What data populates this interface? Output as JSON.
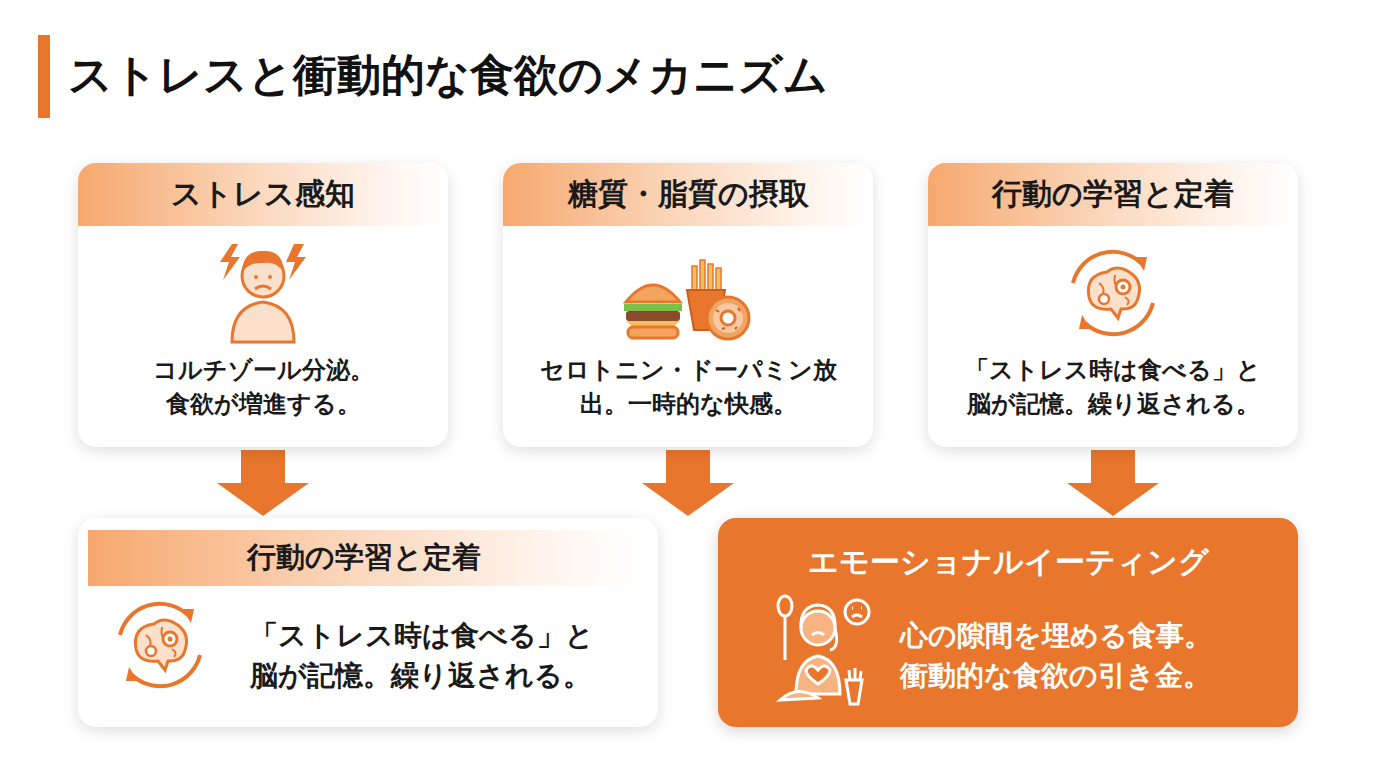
{
  "diagram": {
    "title": "ストレスと衝動的な食欲のメカニズム",
    "nodes": [
      {
        "text": [
          "ストレス感知",
          "コルチゾール分泌。 食欲が増進する。"
        ]
      },
      {
        "text": [
          "糖質・脂質の摂取",
          "セロトニン・ドーパミン放 出。一時的な快感。"
        ]
      },
      {
        "text": [
          "行動の学習と定着",
          "「ストレス時は食べる」と 脳が記憶。繰り返される。"
        ]
      },
      {
        "text": [
          "行動の学習と定着",
          "「ストレス時は食べる」と 脳が記憶。繰り返される。"
        ]
      },
      {
        "text": [
          "エモーショナルイーティング",
          "心の隙間を埋める食事。 衝動的な食欲の引き金。"
        ]
      }
    ],
    "edges": [
      {
        "from": 0,
        "to": 3,
        "arrow": "to"
      },
      {
        "from": 1,
        "to": 4,
        "arrow": "to"
      },
      {
        "from": 2,
        "to": 4,
        "arrow": "to"
      }
    ]
  }
}
